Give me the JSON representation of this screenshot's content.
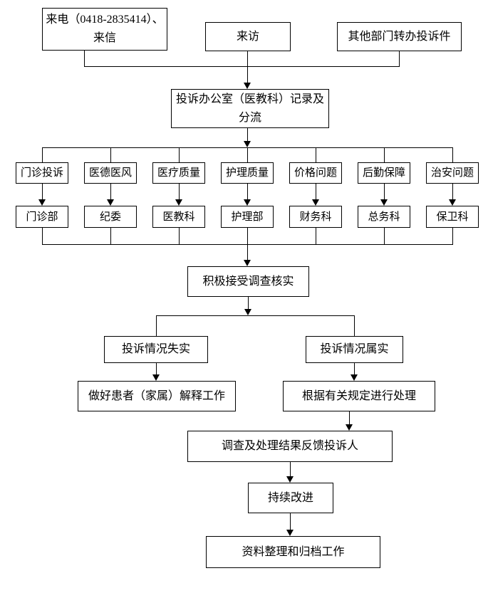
{
  "colors": {
    "line": "#000000",
    "background": "#ffffff",
    "text": "#000000"
  },
  "flow": {
    "sources": {
      "phone": "来电（0418-2835414）、来信",
      "visit": "来访",
      "transfer": "其他部门转办投诉件"
    },
    "intake": "投诉办公室（医教科）记录及分流",
    "categories": [
      "门诊投诉",
      "医德医风",
      "医疗质量",
      "护理质量",
      "价格问题",
      "后勤保障",
      "治安问题"
    ],
    "departments": [
      "门诊部",
      "纪委",
      "医教科",
      "护理部",
      "财务科",
      "总务科",
      "保卫科"
    ],
    "verify": "积极接受调查核实",
    "branch_untrue": "投诉情况失实",
    "branch_true": "投诉情况属实",
    "explain": "做好患者（家属）解释工作",
    "handle": "根据有关规定进行处理",
    "feedback": "调查及处理结果反馈投诉人",
    "improve": "持续改进",
    "archive": "资料整理和归档工作"
  }
}
